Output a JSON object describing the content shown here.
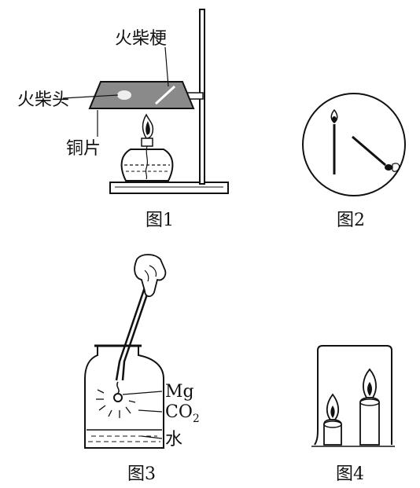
{
  "figure1": {
    "caption": "图1",
    "label_match_stick": "火柴梗",
    "label_match_head": "火柴头",
    "label_copper_sheet": "铜片"
  },
  "figure2": {
    "caption": "图2"
  },
  "figure3": {
    "caption": "图3",
    "label_mg": "Mg",
    "label_co2_main": "CO",
    "label_co2_sub": "2",
    "label_water": "水"
  },
  "figure4": {
    "caption": "图4"
  }
}
